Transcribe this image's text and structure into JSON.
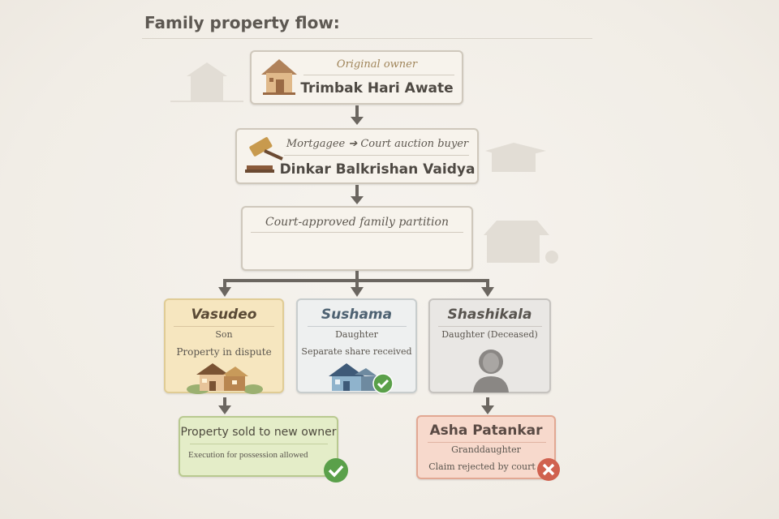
{
  "title": "Family property flow:",
  "original_owner": {
    "label": "Original owner",
    "name": "Trimbak Hari Awate",
    "icon": "house-icon"
  },
  "auction_buyer": {
    "label": "Mortgagee ➔ Court auction buyer",
    "name": "Dinkar Balkrishan Vaidya",
    "icon": "gavel-icon"
  },
  "partition": {
    "label": "Court-approved family partition"
  },
  "children": [
    {
      "name": "Vasudeo",
      "relation": "Son",
      "note": "Property in dispute",
      "icon": "house-icon",
      "color": "#f6e6bf"
    },
    {
      "name": "Sushama",
      "relation": "Daughter",
      "note": "Separate share received",
      "icon": "house-check-icon",
      "color": "#eef0f0"
    },
    {
      "name": "Shashikala",
      "relation": "Daughter (Deceased)",
      "icon": "person-icon",
      "color": "#e9e7e4"
    }
  ],
  "outcome_sold": {
    "title": "Property sold to new owner",
    "note": "Execution for possession allowed",
    "status": "approved",
    "color": "#e4edc8"
  },
  "outcome_asha": {
    "name": "Asha Patankar",
    "relation": "Granddaughter",
    "note": "Claim rejected by court",
    "status": "rejected",
    "color": "#f7d9cc"
  },
  "colors": {
    "check": "#5aa04a",
    "cross": "#d0614f",
    "arrow": "#6b6660"
  }
}
